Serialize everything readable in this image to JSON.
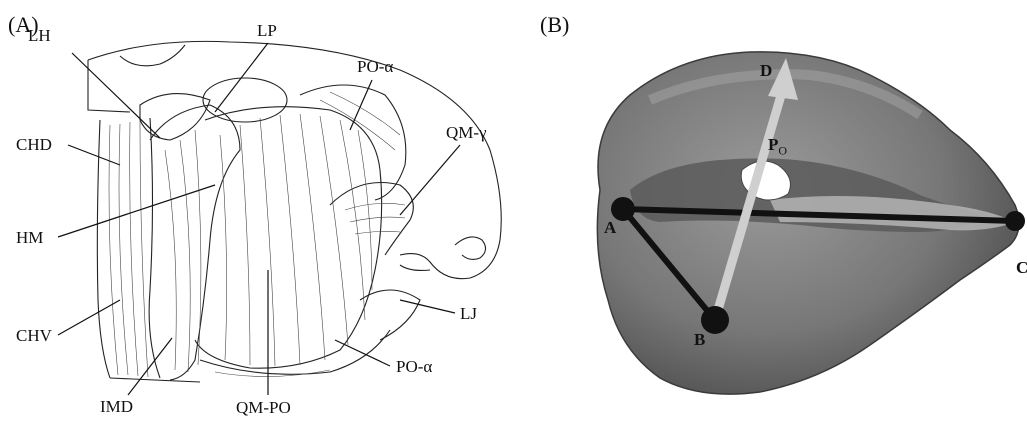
{
  "panel_a": {
    "label": "(A)",
    "structures": {
      "lh": "LH",
      "lp": "LP",
      "po_alpha_top": "PO-α",
      "qm_gamma": "QM-γ",
      "chd": "CHD",
      "hm": "HM",
      "chv": "CHV",
      "lj": "LJ",
      "po_alpha_bottom": "PO-α",
      "imd": "IMD",
      "qm_po": "QM-PO"
    }
  },
  "panel_b": {
    "label": "(B)",
    "points": {
      "a": "A",
      "b": "B",
      "c": "C",
      "d": "D"
    },
    "vector_label": "P",
    "vector_subscript": "O"
  },
  "colors": {
    "skull_fill": "#7a7a7a",
    "skull_dark": "#4a4a4a",
    "vector_arrow": "#cfcfcf",
    "line": "#111111"
  }
}
